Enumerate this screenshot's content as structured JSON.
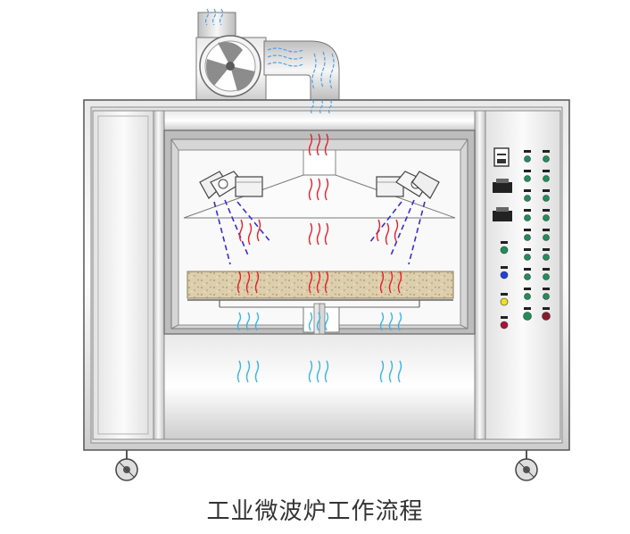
{
  "caption": "工业微波炉工作流程",
  "colors": {
    "hot_air": "#e8202a",
    "cool_air": "#34b6e6",
    "exhaust_air": "#4da0e8",
    "microwave": "#3b2bd6",
    "steel_light": "#f6f6f6",
    "steel_mid": "#cfcfcf",
    "steel_dark": "#9a9a9a",
    "outline": "#555555",
    "material": "#d8c8a4",
    "indicator_green": "#1f8f5a",
    "indicator_blue": "#2040e0",
    "indicator_yellow": "#f0e020",
    "indicator_red": "#b0103a"
  },
  "icons": [
    "fan-icon",
    "magnetron-icon",
    "caster-wheel-icon",
    "control-screen-icon",
    "indicator-light-icon"
  ],
  "control_panel": {
    "left_column_lights": [
      "green",
      "blue",
      "yellow",
      "red"
    ],
    "switch_columns": 2,
    "switches_per_column": 9
  }
}
